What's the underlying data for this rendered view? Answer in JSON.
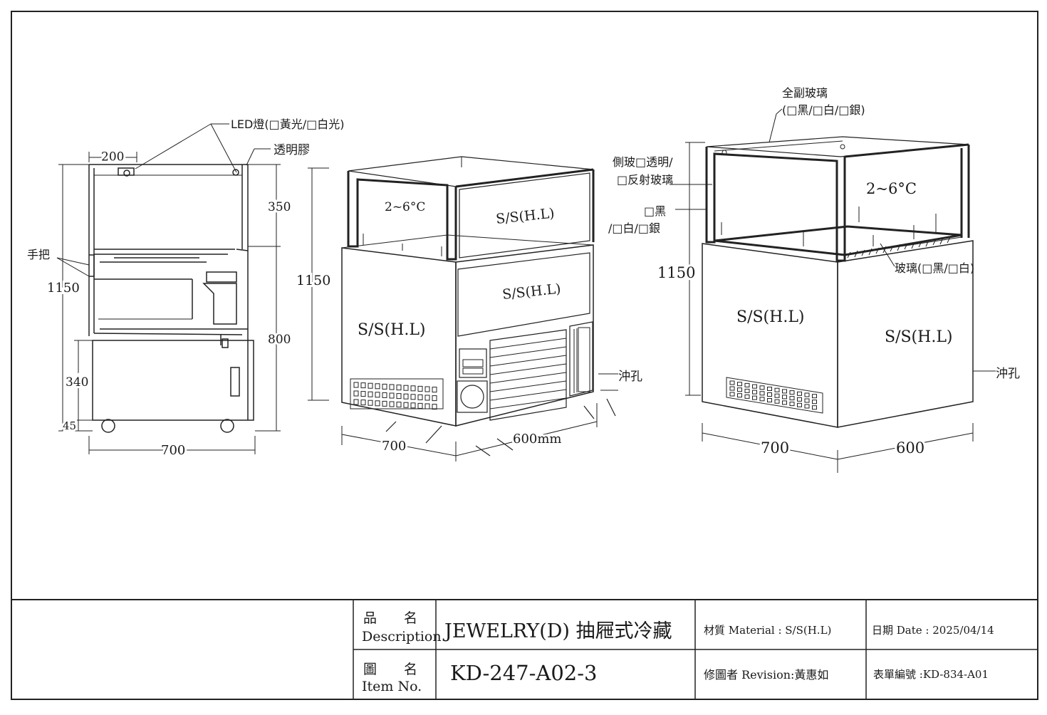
{
  "side_view": {
    "led_label": "LED燈(□黃光/□白光)",
    "clear_glue_label": "透明膠",
    "handle_label": "手把",
    "dim_top_depth": "200",
    "dim_height": "1150",
    "dim_upper": "350",
    "dim_lower": "800",
    "dim_base": "340",
    "dim_caster": "45",
    "dim_width": "700"
  },
  "front_iso_view": {
    "temp": "2~6°C",
    "panel_upper": "S/S(H.L)",
    "panel_drawer": "S/S(H.L)",
    "panel_side": "S/S(H.L)",
    "dim_height": "1150",
    "dim_width": "700",
    "dim_depth": "600mm",
    "vent_label": "沖孔"
  },
  "back_iso_view": {
    "top_glass_label": "全副玻璃",
    "top_glass_options": "(□黑/□白/□銀)",
    "side_glass_label_1": "側玻□透明/",
    "side_glass_label_2": "□反射玻璃",
    "frame_color_1": "□黑",
    "frame_color_2": "/□白/□銀",
    "glass_color_label": "玻璃(□黑/□白)",
    "temp": "2~6°C",
    "panel_left": "S/S(H.L)",
    "panel_right": "S/S(H.L)",
    "dim_height": "1150",
    "dim_width": "700",
    "dim_depth": "600",
    "vent_label": "沖孔"
  },
  "title_block": {
    "desc_label_cn": "品　　名",
    "desc_label_en": "Description",
    "desc_value": "JEWELRY(D) 抽屜式冷藏",
    "item_label_cn": "圖　　名",
    "item_label_en": "Item No.",
    "item_value": "KD-247-A02-3",
    "material": "材質 Material : S/S(H.L)",
    "revision": "修圖者 Revision:黃惠如",
    "date": "日期 Date : 2025/04/14",
    "form_no": "表單編號 :KD-834-A01"
  }
}
